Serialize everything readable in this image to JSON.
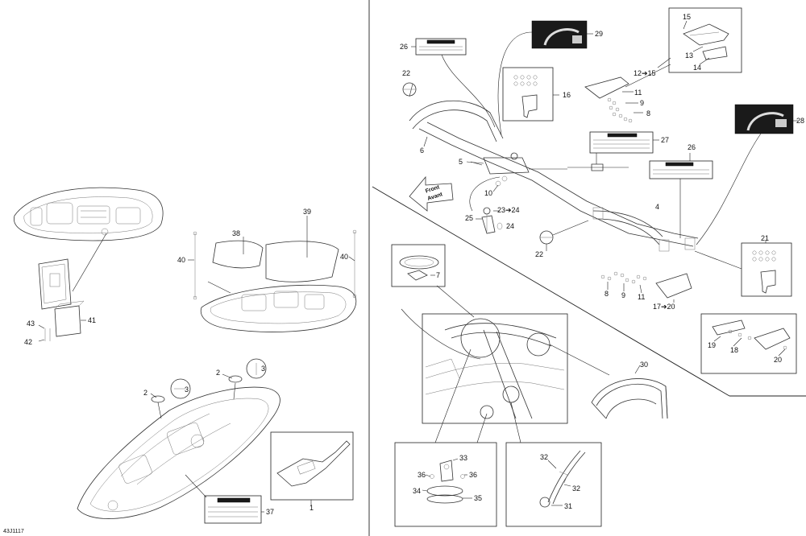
{
  "figure_code": "43J1117",
  "callouts": [
    "1",
    "2",
    "2",
    "3",
    "3",
    "4",
    "5",
    "6",
    "7",
    "8",
    "8",
    "9",
    "9",
    "10",
    "11",
    "11",
    "12➔15",
    "13",
    "14",
    "15",
    "16",
    "17➔20",
    "18",
    "19",
    "20",
    "21",
    "22",
    "22",
    "23➔24",
    "24",
    "25",
    "26",
    "26",
    "27",
    "28",
    "29",
    "30",
    "31",
    "32",
    "32",
    "33",
    "34",
    "35",
    "36",
    "36",
    "37",
    "38",
    "39",
    "40",
    "40",
    "41",
    "42",
    "43"
  ],
  "orientation_arrow": {
    "line1": "Front",
    "line2": "Avant"
  }
}
